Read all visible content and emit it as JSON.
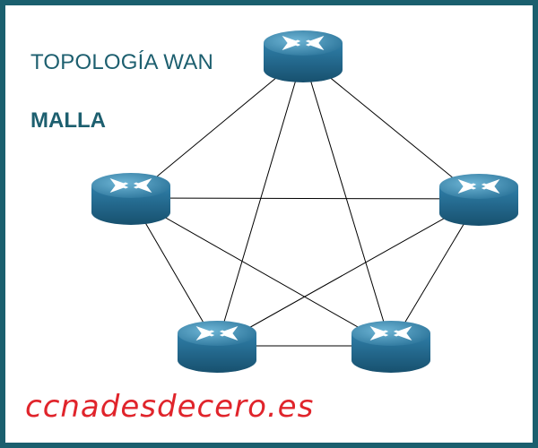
{
  "diagram": {
    "title": "TOPOLOGÍA WAN",
    "subtitle": "MALLA",
    "brand": "ccnadesdecero.es",
    "colors": {
      "frame": "#1a5f6e",
      "title_text": "#1d5f6f",
      "brand_text": "#e0242b",
      "router_body": "#2c78a0",
      "link": "#000000"
    },
    "nodes": [
      {
        "id": "router-top",
        "icon": "router-icon"
      },
      {
        "id": "router-left",
        "icon": "router-icon"
      },
      {
        "id": "router-right",
        "icon": "router-icon"
      },
      {
        "id": "router-bottom-left",
        "icon": "router-icon"
      },
      {
        "id": "router-bottom-right",
        "icon": "router-icon"
      }
    ],
    "links": [
      [
        "router-top",
        "router-left"
      ],
      [
        "router-top",
        "router-right"
      ],
      [
        "router-top",
        "router-bottom-left"
      ],
      [
        "router-top",
        "router-bottom-right"
      ],
      [
        "router-left",
        "router-right"
      ],
      [
        "router-left",
        "router-bottom-left"
      ],
      [
        "router-left",
        "router-bottom-right"
      ],
      [
        "router-right",
        "router-bottom-left"
      ],
      [
        "router-right",
        "router-bottom-right"
      ],
      [
        "router-bottom-left",
        "router-bottom-right"
      ]
    ]
  }
}
